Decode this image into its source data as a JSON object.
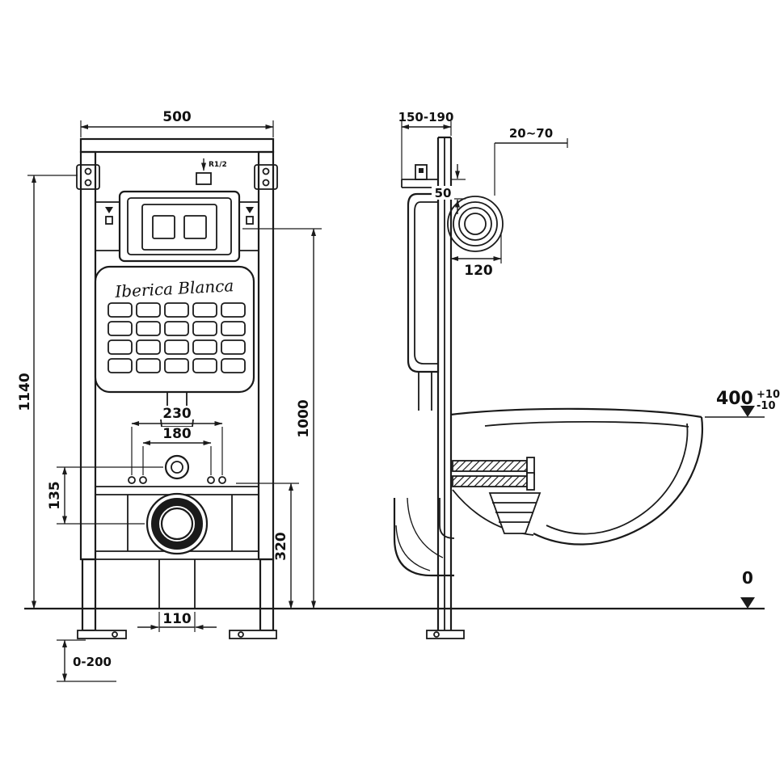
{
  "drawing": {
    "brand": "Iberica Blanca",
    "front": {
      "width": "500",
      "total_height": "1140",
      "flush_center_height": "1000",
      "outlet_height": "320",
      "fixing_spacing_outer": "230",
      "fixing_spacing_inner": "180",
      "inlet_drop": "135",
      "outlet_pipe_width": "110",
      "foot_adjustment": "0-200",
      "water_supply": "R1/2"
    },
    "side": {
      "frame_depth": "150-190",
      "wall_finish_range": "20~70",
      "bracket_offset": "50",
      "connector_length": "120",
      "rim_height": "400",
      "rim_tolerance_plus": "+10",
      "rim_tolerance_minus": "-10",
      "floor_level": "0"
    }
  }
}
